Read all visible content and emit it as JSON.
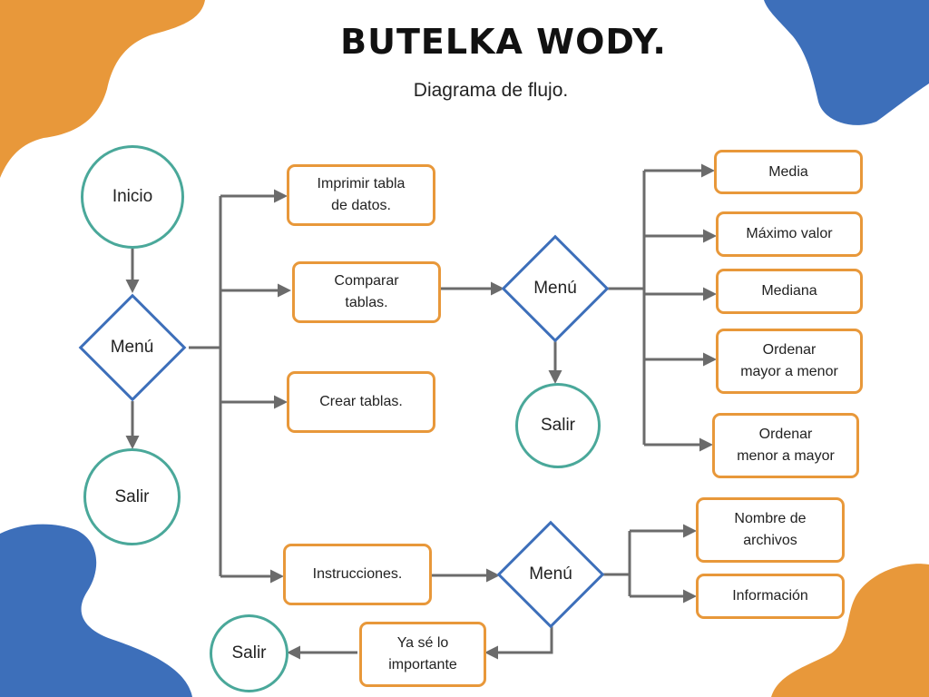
{
  "title": "BUTELKA WODY.",
  "subtitle": "Diagrama de flujo.",
  "colors": {
    "box_border": "#e8983a",
    "circle_border": "#4aa89a",
    "diamond_border": "#3d6fba",
    "connector": "#6b6b6b",
    "blob_orange": "#e8983a",
    "blob_blue": "#3d6fba"
  },
  "nodes": {
    "inicio": "Inicio",
    "menu_main": "Menú",
    "salir_main": "Salir",
    "imprimir": "Imprimir tabla\nde datos.",
    "comparar": "Comparar\ntablas.",
    "crear": "Crear tablas.",
    "instrucciones": "Instrucciones.",
    "menu_comparar": "Menú",
    "salir_comparar": "Salir",
    "media": "Media",
    "maximo": "Máximo valor",
    "mediana": "Mediana",
    "ordenar_mayor": "Ordenar\nmayor a menor",
    "ordenar_menor": "Ordenar\nmenor a mayor",
    "menu_instrucciones": "Menú",
    "nombre_archivos": "Nombre de\narchivos",
    "informacion": "Información",
    "ya_se": "Ya sé lo\nimportante",
    "salir_instrucciones": "Salir"
  }
}
